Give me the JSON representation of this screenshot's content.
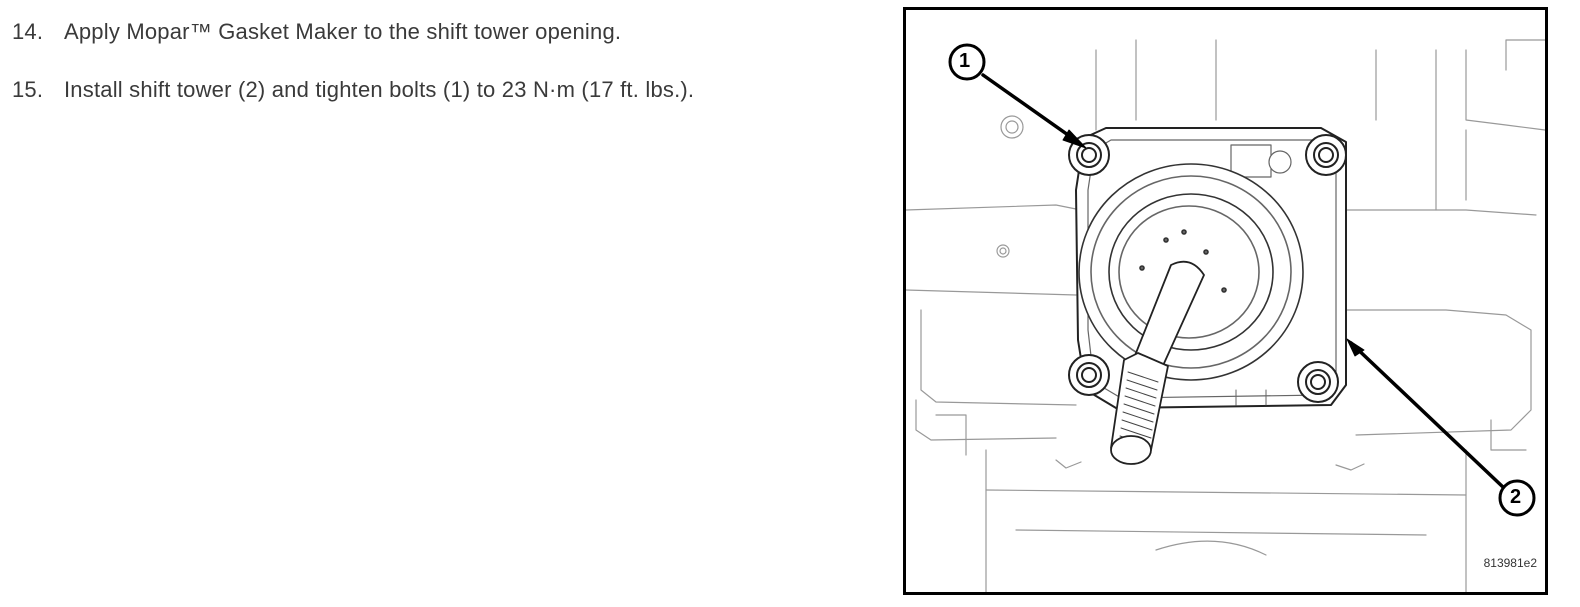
{
  "steps": [
    {
      "number": "14.",
      "text": "Apply Mopar™ Gasket Maker to the shift tower opening."
    },
    {
      "number": "15.",
      "text": "Install shift tower (2) and tighten bolts (1) to 23 N·m (17 ft. lbs.)."
    }
  ],
  "figure": {
    "callout_1": "1",
    "callout_2": "2",
    "figure_id": "813981e2"
  }
}
